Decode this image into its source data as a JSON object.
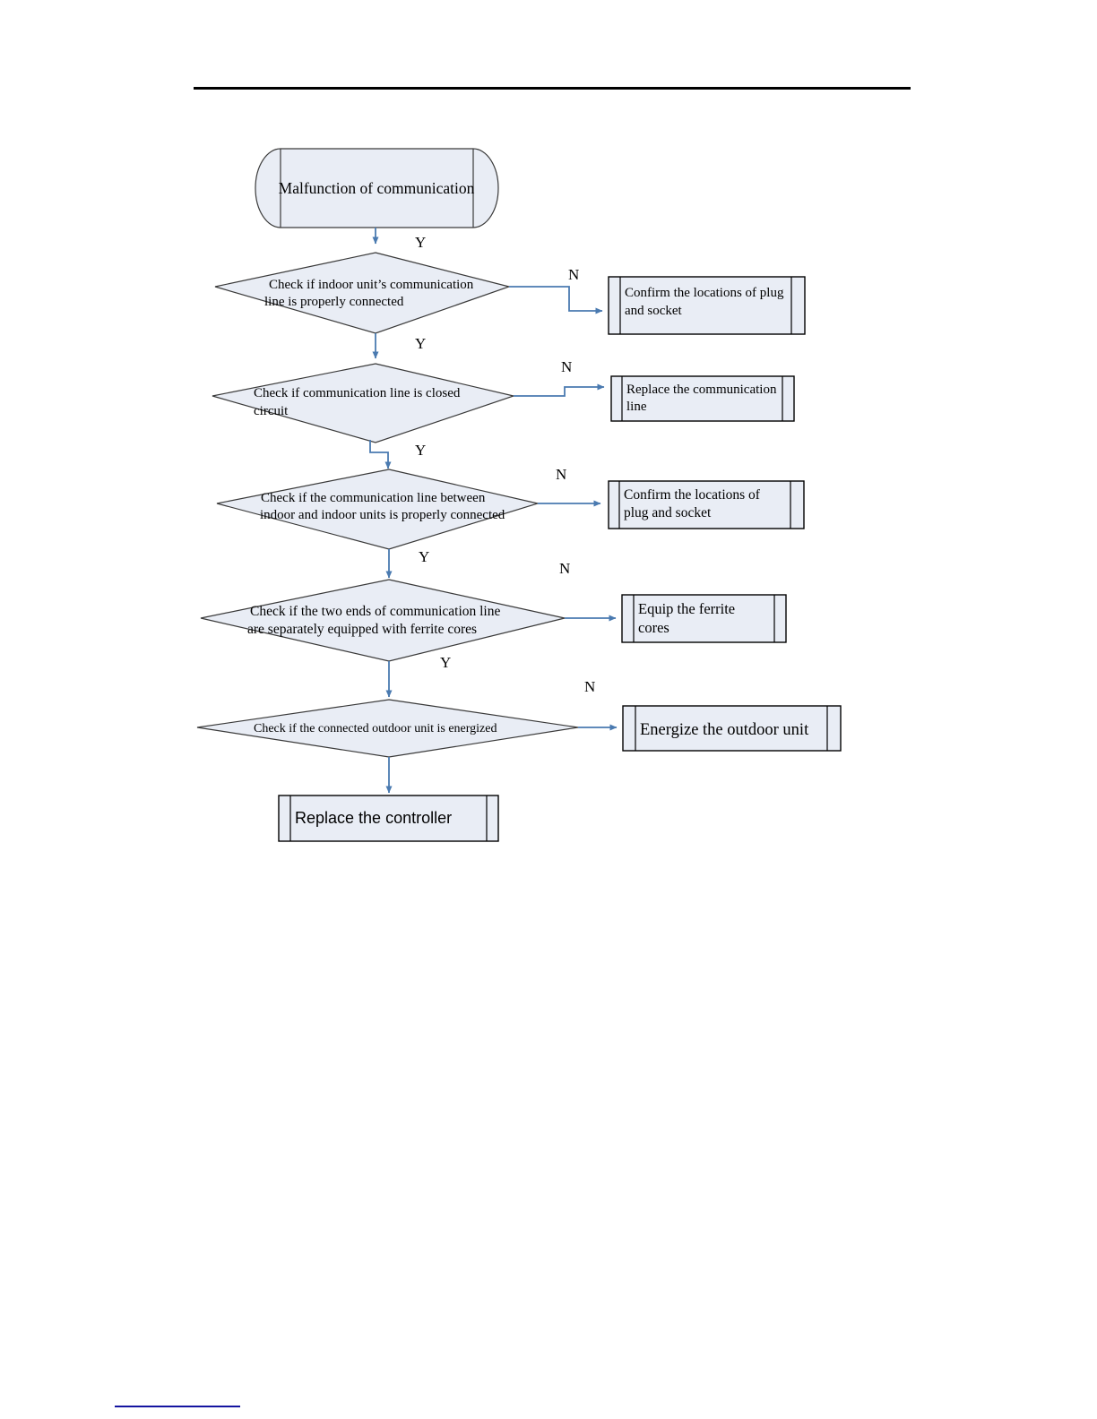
{
  "page": {
    "title": "Malfunction of communication troubleshooting flowchart",
    "header_rule": "horizontal-rule",
    "footer_rule": "footnote-separator"
  },
  "colors": {
    "node_fill": "#e9edf5",
    "node_stroke": "#3a3a3a",
    "box_stroke": "#000000",
    "connector": "#4a7ab0",
    "header_rule": "#000000",
    "footer_rule": "#1414a0"
  },
  "flowchart": {
    "type": "flowchart",
    "start": {
      "id": "start",
      "shape": "rounded-terminator",
      "label": "Malfunction of   communication"
    },
    "decisions": [
      {
        "id": "d1",
        "shape": "diamond",
        "line1": "Check if indoor unit’s communication",
        "line2": "line is properly connected",
        "yes_label": "Y",
        "no_label": "N",
        "no_action": {
          "id": "a1",
          "shape": "process-box",
          "line1": "Confirm  the  locations of plug",
          "line2": "and socket"
        }
      },
      {
        "id": "d2",
        "shape": "diamond",
        "line1": "Check  if  communication   line  is   closed",
        "line2": "circuit",
        "yes_label": "Y",
        "no_label": "N",
        "no_action": {
          "id": "a2",
          "shape": "process-box",
          "line1": "Replace  the  communication",
          "line2": "line"
        }
      },
      {
        "id": "d3",
        "shape": "diamond",
        "line1": "Check  if  the  communication  line  between",
        "line2": "indoor and indoor units is properly connected",
        "yes_label": "Y",
        "no_label": "N",
        "no_action": {
          "id": "a3",
          "shape": "process-box",
          "line1": "Confirm   the   locations   of",
          "line2": "plug and socket"
        }
      },
      {
        "id": "d4",
        "shape": "diamond",
        "line1": "Check if the two ends of communication line",
        "line2": "are separately equipped with ferrite cores",
        "yes_label": "Y",
        "no_label": "N",
        "no_action": {
          "id": "a4",
          "shape": "process-box",
          "line1": "Equip    the    ferrite",
          "line2": "cores"
        }
      },
      {
        "id": "d5",
        "shape": "diamond",
        "line1": "Check if the connected outdoor unit is energized",
        "line2": "",
        "yes_label": "",
        "no_label": "N",
        "no_action": {
          "id": "a5",
          "shape": "process-box",
          "line1": "Energize the outdoor unit",
          "line2": ""
        }
      }
    ],
    "end": {
      "id": "end",
      "shape": "process-box",
      "label": "Replace the controller"
    }
  }
}
